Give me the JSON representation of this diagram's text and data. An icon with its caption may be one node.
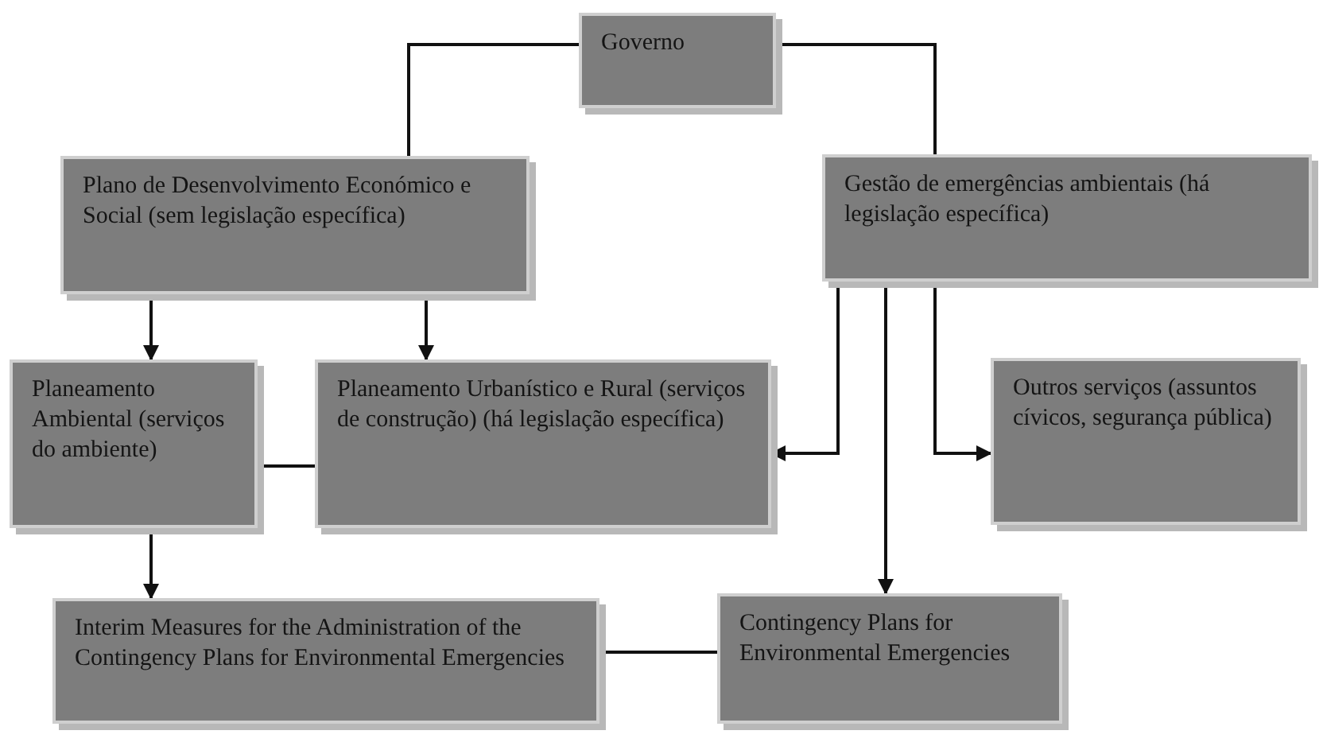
{
  "diagram": {
    "nodes": [
      {
        "text": [
          "Governo"
        ]
      },
      {
        "text": [
          "Plano de Desenvolvimento Económico e Social (sem legislação específica)"
        ]
      },
      {
        "text": [
          "Gestão de emergências ambientais (há legislação específica)"
        ]
      },
      {
        "text": [
          "Planeamento Ambiental (serviços do ambiente)"
        ]
      },
      {
        "text": [
          "Planeamento Urbanístico e Rural (serviços de construção) (há legislação específica)"
        ]
      },
      {
        "text": [
          "Outros serviços (assuntos cívicos, segurança pública)"
        ]
      },
      {
        "text": [
          "Interim Measures for the Administration of the Contingency Plans for Environmental Emergencies"
        ]
      },
      {
        "text": [
          "Contingency Plans for Environmental Emergencies"
        ]
      }
    ],
    "edges": [
      {
        "from": 0,
        "to": 1,
        "arrow": "none"
      },
      {
        "from": 0,
        "to": 2,
        "arrow": "none"
      },
      {
        "from": 1,
        "to": 3,
        "arrow": "to"
      },
      {
        "from": 1,
        "to": 4,
        "arrow": "to"
      },
      {
        "from": 2,
        "to": 4,
        "arrow": "to"
      },
      {
        "from": 2,
        "to": 5,
        "arrow": "to"
      },
      {
        "from": 2,
        "to": 7,
        "arrow": "to"
      },
      {
        "from": 3,
        "to": 4,
        "arrow": "none"
      },
      {
        "from": 3,
        "to": 6,
        "arrow": "to"
      },
      {
        "from": 6,
        "to": 7,
        "arrow": "none"
      }
    ]
  }
}
